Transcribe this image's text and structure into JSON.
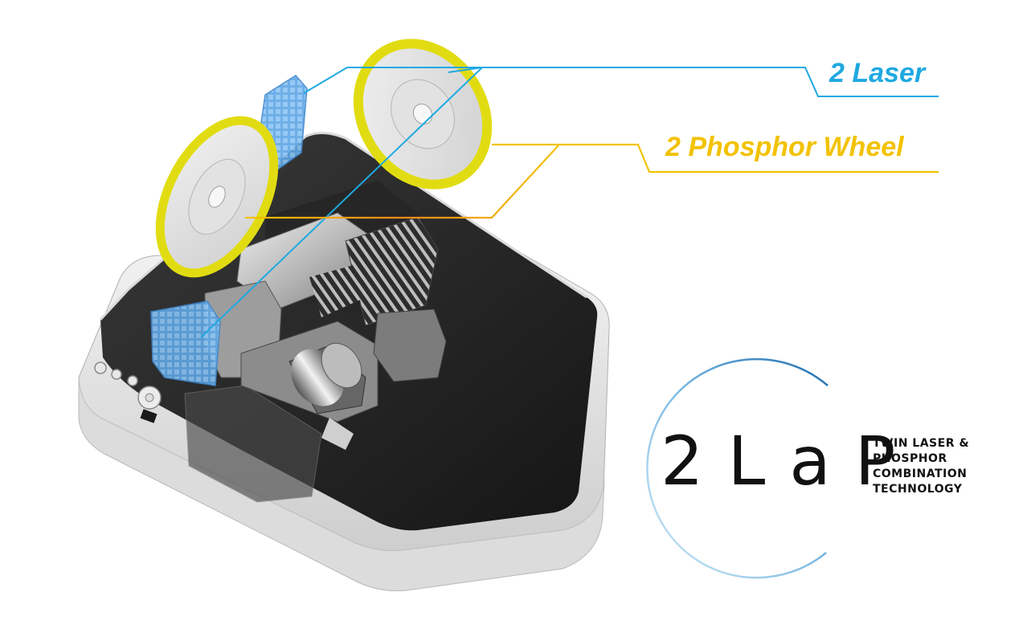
{
  "callouts": {
    "laser": "2 Laser",
    "phosphor": "2 Phosphor Wheel"
  },
  "logo": {
    "wordmark": "2LaP",
    "tagline": [
      "TWIN LASER &",
      "PHOSPHOR",
      "COMBINATION",
      "TECHNOLOGY"
    ]
  },
  "colors": {
    "laser_blue": "#1fa9e1",
    "phosphor_yellow": "#f2c200",
    "phosphor_orange": "#f08a1c",
    "logo_ring": "#2a86c8"
  }
}
